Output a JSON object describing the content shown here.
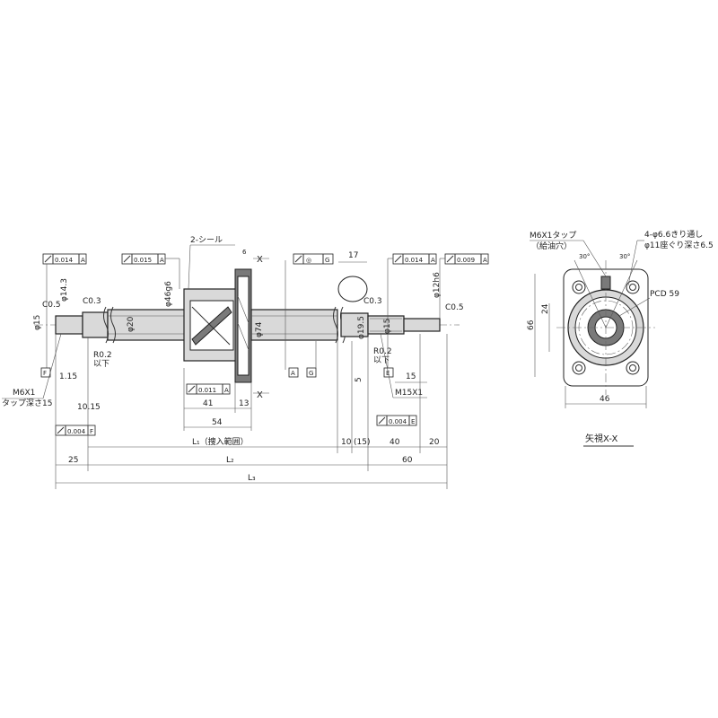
{
  "labels": {
    "seal": "2-シール",
    "tol_0014_a": "0.014",
    "tol_0014_a_ref": "A",
    "tol_0015_a": "0.015",
    "tol_0015_a_ref": "A",
    "tol_0011_a": "0.011",
    "tol_0011_a_ref": "A",
    "tol_0014_a2": "0.014",
    "tol_0014_a2_ref": "A",
    "tol_0009_a": "0.009",
    "tol_0009_a_ref": "A",
    "tol_0004_f": "0.004",
    "tol_0004_f_ref": "F",
    "tol_0004_e": "0.004",
    "tol_0004_e_ref": "E",
    "tol_sym_g": "◎",
    "tol_sym_g_ref": "G",
    "c05_left": "C0.5",
    "c03_left": "C0.3",
    "c03_right": "C0.3",
    "c05_right": "C0.5",
    "phi15": "φ15",
    "phi14_3": "φ14.3",
    "phi20": "φ20",
    "phi46g6": "φ46g6",
    "phi74": "φ74",
    "phi19_5": "φ19.5",
    "phi15_r": "φ15",
    "phi12h6": "φ12h6",
    "r02_left": "R0.2",
    "r02_left_sub": "以下",
    "r02_right": "R0.2",
    "r02_right_sub": "以下",
    "m6x1": "M6X1",
    "tap_depth": "タップ深さ15",
    "m15x1": "M15X1",
    "dim_115": "1.15",
    "dim_1015": "10.15",
    "dim_41": "41",
    "dim_13": "13",
    "dim_54": "54",
    "dim_6": "6",
    "dim_17": "17",
    "dim_5": "5",
    "dim_15": "15",
    "dim_10": "10",
    "dim_15p": "(15)",
    "dim_40": "40",
    "dim_20": "20",
    "dim_25": "25",
    "dim_60": "60",
    "stroke_range": "L₁（捜入範囲）",
    "l2": "L₂",
    "l3": "L₃",
    "section_x": "X",
    "section_x2": "X",
    "datum_a1": "A",
    "datum_g": "G",
    "datum_f": "F",
    "datum_e": "E",
    "side_m6": "M6X1タップ",
    "side_m6_sub": "（給油穴）",
    "side_holes": "4-φ6.6きり通し",
    "side_cb": "φ11座ぐり深さ6.5",
    "side_30a": "30°",
    "side_30b": "30°",
    "side_pcd": "PCD 59",
    "side_24": "24",
    "side_66": "66",
    "side_46": "46",
    "view_caption": "矢視X-X"
  }
}
